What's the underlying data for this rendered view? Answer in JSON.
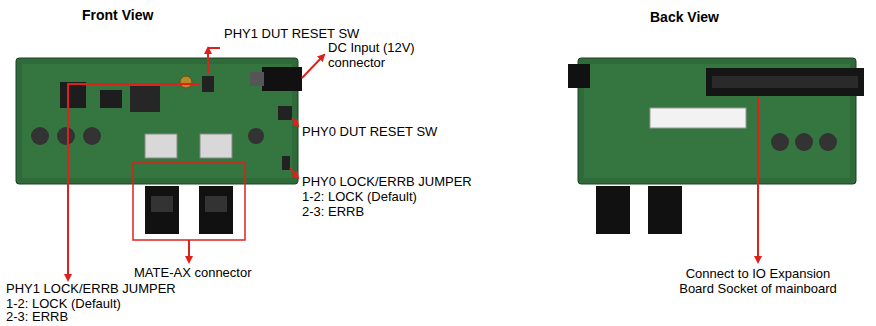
{
  "diagram": {
    "labels": [
      "Front View",
      "Back View",
      "PHY1 DUT RESET SW",
      "DC Input (12V) connector",
      "PHY0 DUT RESET SW",
      "PHY0 LOCK/ERRB JUMPER",
      "1-2: LOCK (Default)",
      "2-3: ERRB",
      "MATE-AX connector",
      "PHY1 LOCK/ERRB JUMPER",
      "1-2: LOCK (Default)",
      "2-3: ERRB",
      "Connect to IO Expansion Board Socket of mainboard"
    ]
  }
}
